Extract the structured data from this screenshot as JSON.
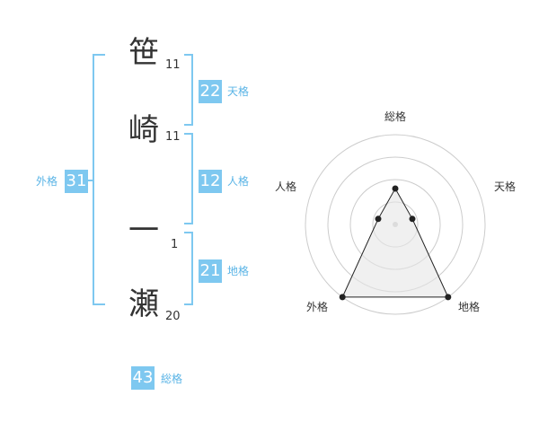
{
  "name_chars": [
    {
      "char": "笹",
      "strokes": "11"
    },
    {
      "char": "崎",
      "strokes": "11"
    },
    {
      "char": "一",
      "strokes": "1"
    },
    {
      "char": "瀬",
      "strokes": "20"
    }
  ],
  "scores": {
    "tenkaku": {
      "value": "22",
      "label": "天格"
    },
    "jinkaku": {
      "value": "12",
      "label": "人格"
    },
    "chikaku": {
      "value": "21",
      "label": "地格"
    },
    "gaikaku": {
      "value": "31",
      "label": "外格"
    },
    "soukaku": {
      "value": "43",
      "label": "総格"
    }
  },
  "chart_data": {
    "type": "radar",
    "axes": [
      "総格",
      "天格",
      "地格",
      "外格",
      "人格"
    ],
    "values": [
      2,
      1,
      5,
      5,
      1
    ],
    "rmax": 5,
    "rings": 4
  },
  "colors": {
    "accent": "#7ec8f0",
    "accent_text": "#5ab4e6",
    "bracket": "#7ec8f0",
    "grid": "#cccccc",
    "fill": "#e6e6e6"
  }
}
